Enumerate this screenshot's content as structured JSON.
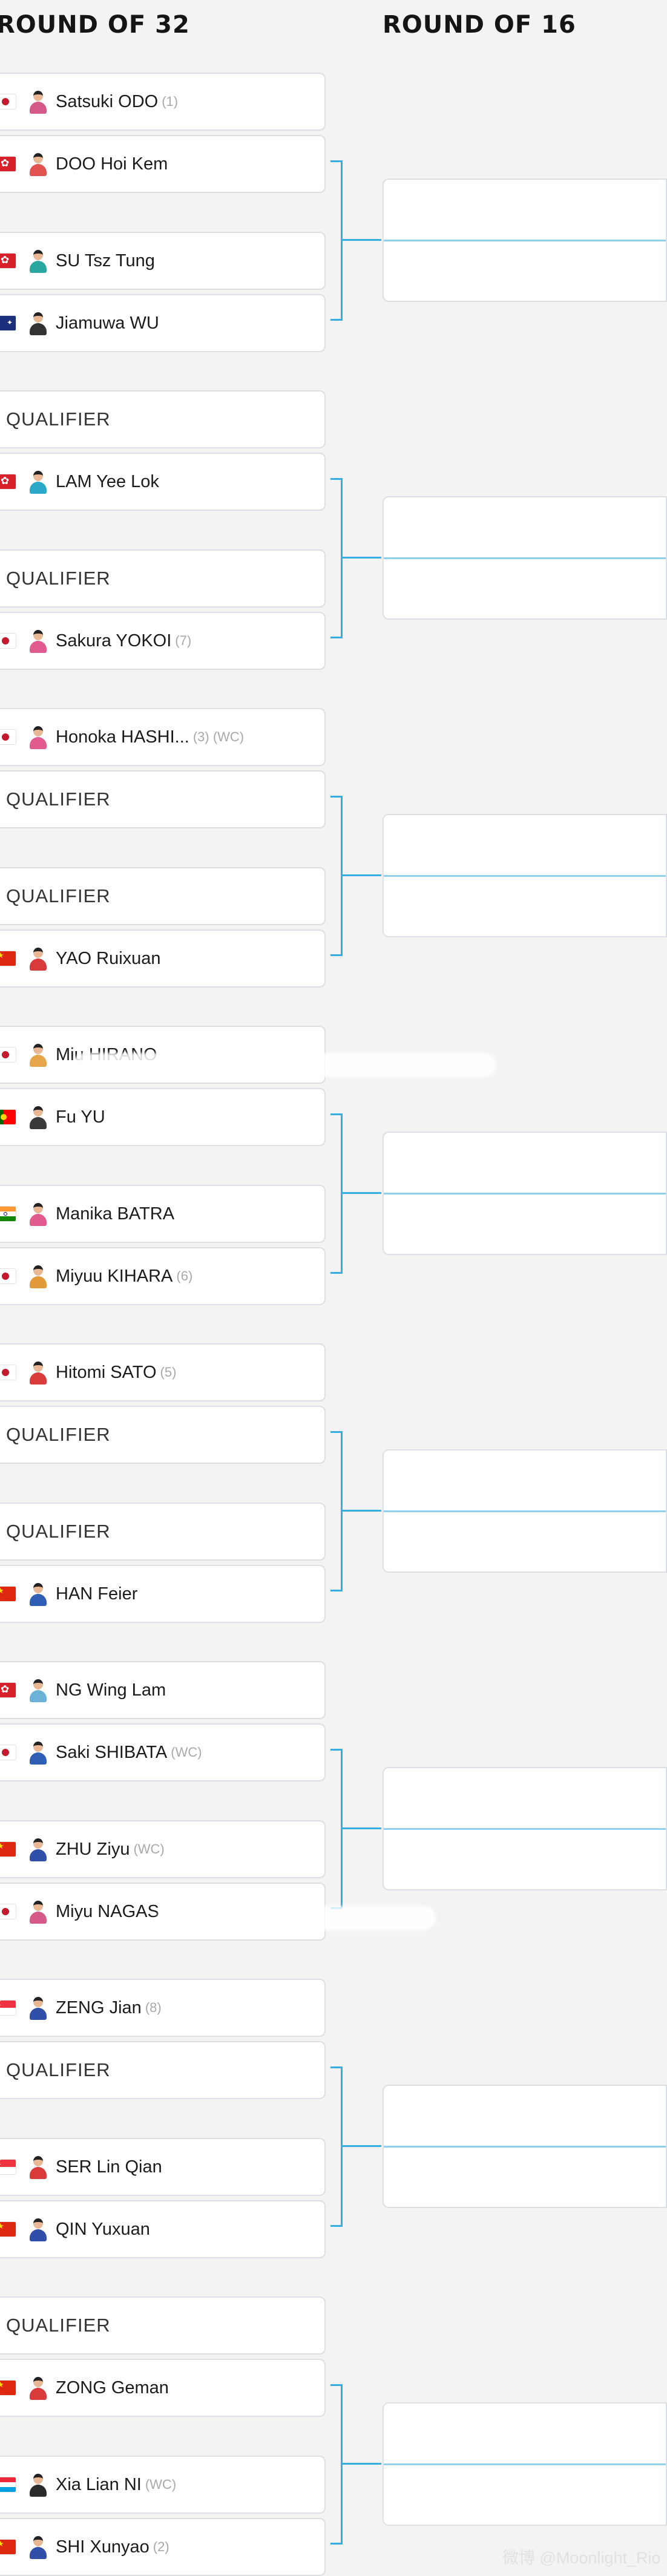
{
  "rounds": {
    "r32": "ROUND OF 32",
    "r16": "ROUND OF 16"
  },
  "colors": {
    "connector": "#34aee2",
    "seed_text": "#a9a9a9"
  },
  "round_of_32": [
    {
      "type": "player",
      "flag": "jp",
      "avatar_color": "#d55a8a",
      "name": "Satsuki ODO",
      "tag": "(1)"
    },
    {
      "type": "player",
      "flag": "hk",
      "avatar_color": "#e0534f",
      "name": "DOO Hoi Kem",
      "tag": ""
    },
    {
      "type": "player",
      "flag": "hk",
      "avatar_color": "#2aa8a0",
      "name": "SU Tsz Tung",
      "tag": ""
    },
    {
      "type": "player",
      "flag": "au",
      "avatar_color": "#333333",
      "name": "Jiamuwa WU",
      "tag": ""
    },
    {
      "type": "qualifier",
      "label": "QUALIFIER"
    },
    {
      "type": "player",
      "flag": "hk",
      "avatar_color": "#2aa8c8",
      "name": "LAM Yee Lok",
      "tag": ""
    },
    {
      "type": "qualifier",
      "label": "QUALIFIER"
    },
    {
      "type": "player",
      "flag": "jp",
      "avatar_color": "#e25b8e",
      "name": "Sakura YOKOI",
      "tag": "(7)"
    },
    {
      "type": "player",
      "flag": "jp",
      "avatar_color": "#e25b8e",
      "name": "Honoka HASHI...",
      "tag": "(3) (WC)"
    },
    {
      "type": "qualifier",
      "label": "QUALIFIER"
    },
    {
      "type": "qualifier",
      "label": "QUALIFIER"
    },
    {
      "type": "player",
      "flag": "cn",
      "avatar_color": "#d93a3a",
      "name": "YAO Ruixuan",
      "tag": ""
    },
    {
      "type": "player",
      "flag": "jp",
      "avatar_color": "#e8a44a",
      "name": "Miu HIRANO",
      "tag": ""
    },
    {
      "type": "player",
      "flag": "pt",
      "avatar_color": "#3a3a3a",
      "name": "Fu YU",
      "tag": ""
    },
    {
      "type": "player",
      "flag": "in",
      "avatar_color": "#e25b8e",
      "name": "Manika BATRA",
      "tag": ""
    },
    {
      "type": "player",
      "flag": "jp",
      "avatar_color": "#e39a3a",
      "name": "Miyuu KIHARA",
      "tag": "(6)"
    },
    {
      "type": "player",
      "flag": "jp",
      "avatar_color": "#d93a3a",
      "name": "Hitomi SATO",
      "tag": "(5)"
    },
    {
      "type": "qualifier",
      "label": "QUALIFIER"
    },
    {
      "type": "qualifier",
      "label": "QUALIFIER"
    },
    {
      "type": "player",
      "flag": "cn",
      "avatar_color": "#2f5fb5",
      "name": "HAN Feier",
      "tag": ""
    },
    {
      "type": "player",
      "flag": "hk",
      "avatar_color": "#6ab2d8",
      "name": "NG Wing Lam",
      "tag": ""
    },
    {
      "type": "player",
      "flag": "jp",
      "avatar_color": "#2f5fb5",
      "name": "Saki SHIBATA",
      "tag": "(WC)"
    },
    {
      "type": "player",
      "flag": "cn",
      "avatar_color": "#2f4fa8",
      "name": "ZHU Ziyu",
      "tag": "(WC)"
    },
    {
      "type": "player",
      "flag": "jp",
      "avatar_color": "#d55a8a",
      "name": "Miyu NAGAS",
      "tag": ""
    },
    {
      "type": "player",
      "flag": "sg",
      "avatar_color": "#2f4fa8",
      "name": "ZENG Jian",
      "tag": "(8)"
    },
    {
      "type": "qualifier",
      "label": "QUALIFIER"
    },
    {
      "type": "player",
      "flag": "sg",
      "avatar_color": "#d93a3a",
      "name": "SER Lin Qian",
      "tag": ""
    },
    {
      "type": "player",
      "flag": "cn",
      "avatar_color": "#2f4fa8",
      "name": "QIN Yuxuan",
      "tag": ""
    },
    {
      "type": "qualifier",
      "label": "QUALIFIER"
    },
    {
      "type": "player",
      "flag": "cn",
      "avatar_color": "#d93a3a",
      "name": "ZONG Geman",
      "tag": ""
    },
    {
      "type": "player",
      "flag": "lu",
      "avatar_color": "#2a2a2a",
      "name": "Xia Lian NI",
      "tag": "(WC)"
    },
    {
      "type": "player",
      "flag": "cn",
      "avatar_color": "#2f4fa8",
      "name": "SHI Xunyao",
      "tag": "(2)"
    }
  ],
  "watermark": "微博 @Moonlight_Rio"
}
